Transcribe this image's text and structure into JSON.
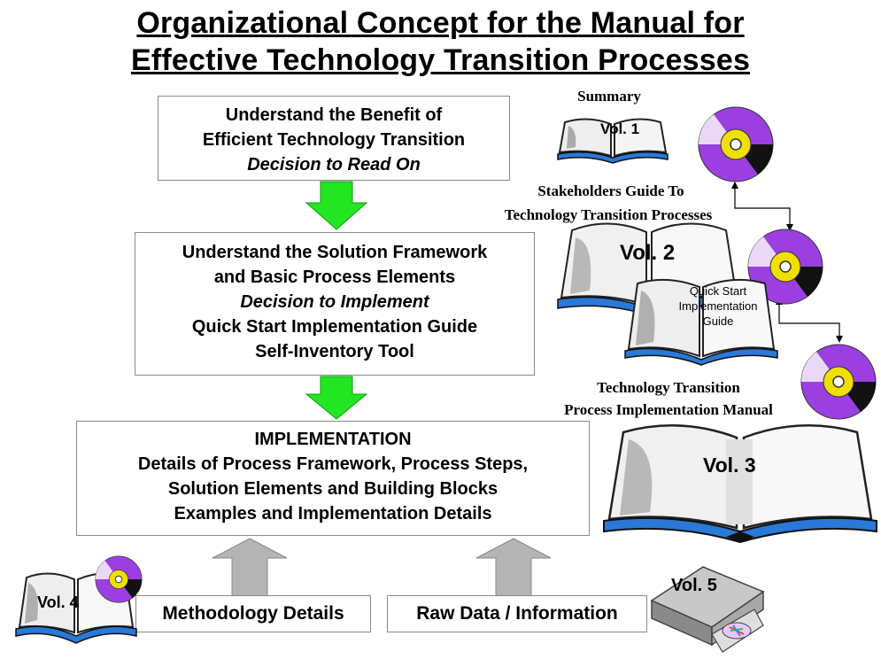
{
  "title": {
    "line1": "Organizational Concept  for the Manual for",
    "line2": "Effective Technology Transition Processes"
  },
  "box1": {
    "line1": "Understand the Benefit of",
    "line2": "Efficient Technology Transition",
    "line3": "Decision to Read On"
  },
  "box2": {
    "line1": "Understand the Solution Framework",
    "line2": "and Basic Process Elements",
    "line3": "Decision to Implement",
    "line4": "Quick Start Implementation Guide",
    "line5": "Self-Inventory Tool"
  },
  "box3": {
    "line1": "IMPLEMENTATION",
    "line2": "Details of Process Framework, Process Steps,",
    "line3": "Solution Elements and Building Blocks",
    "line4": "Examples and Implementation Details"
  },
  "bottom_boxes": {
    "methodology": "Methodology Details",
    "raw_data": "Raw Data / Information"
  },
  "volumes": {
    "vol1": {
      "label": "Vol. 1",
      "caption": "Summary"
    },
    "vol2": {
      "label": "Vol. 2",
      "caption_line1": "Stakeholders Guide To",
      "caption_line2": "Technology Transition Processes"
    },
    "quick_start": {
      "line1": "Quick Start",
      "line2": "Implementation",
      "line3": "Guide"
    },
    "vol3": {
      "label": "Vol. 3",
      "caption_line1": "Technology Transition",
      "caption_line2": "Process Implementation Manual"
    },
    "vol4": {
      "label": "Vol. 4"
    },
    "vol5": {
      "label": "Vol. 5"
    }
  },
  "colors": {
    "arrow_green": "#22e622",
    "arrow_gray": "#b4b4b4",
    "book_blue": "#2a78d8",
    "cd_purple": "#9b3fe0",
    "cd_yellow": "#f0e000"
  },
  "icons": [
    "book-icon",
    "cd-icon",
    "drive-icon",
    "arrow-down-icon",
    "arrow-up-icon"
  ]
}
